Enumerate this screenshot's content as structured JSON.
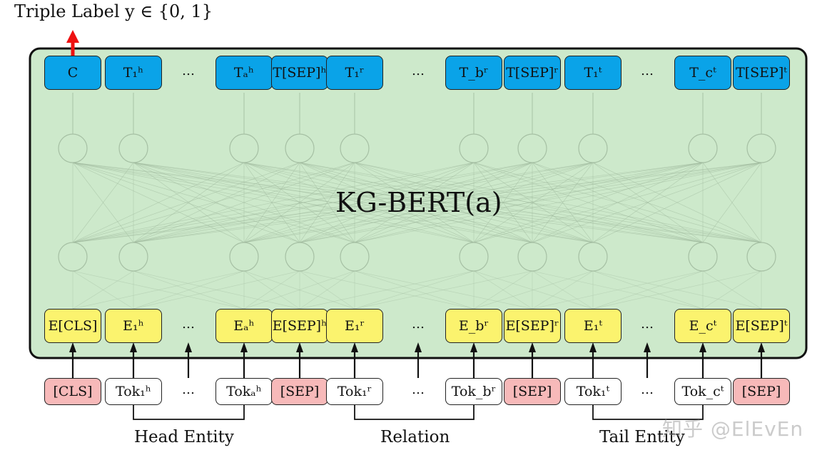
{
  "title": "Triple Label y ∈ {0, 1}",
  "model_label": "KG-BERT(a)",
  "colors": {
    "panel_bg": "#cde9cb",
    "output": "#0aa3e8",
    "embedding": "#fbf36e",
    "special_token": "#f7b9b9",
    "token": "#ffffff",
    "arrow_red": "#ee1111"
  },
  "outputs": [
    "C",
    "T₁ʰ",
    "…",
    "Tₐʰ",
    "T[SEP]ʰ",
    "T₁ʳ",
    "…",
    "T_bʳ",
    "T[SEP]ʳ",
    "T₁ᵗ",
    "…",
    "T_cᵗ",
    "T[SEP]ᵗ"
  ],
  "embeddings": [
    "E[CLS]",
    "E₁ʰ",
    "…",
    "Eₐʰ",
    "E[SEP]ʰ",
    "E₁ʳ",
    "…",
    "E_bʳ",
    "E[SEP]ʳ",
    "E₁ᵗ",
    "…",
    "E_cᵗ",
    "E[SEP]ᵗ"
  ],
  "tokens": [
    "[CLS]",
    "Tok₁ʰ",
    "…",
    "Tokₐʰ",
    "[SEP]",
    "Tok₁ʳ",
    "…",
    "Tok_bʳ",
    "[SEP]",
    "Tok₁ᵗ",
    "…",
    "Tok_cᵗ",
    "[SEP]"
  ],
  "groups": {
    "head": "Head Entity",
    "relation": "Relation",
    "tail": "Tail Entity"
  },
  "watermark": "知乎 @ElEvEn"
}
